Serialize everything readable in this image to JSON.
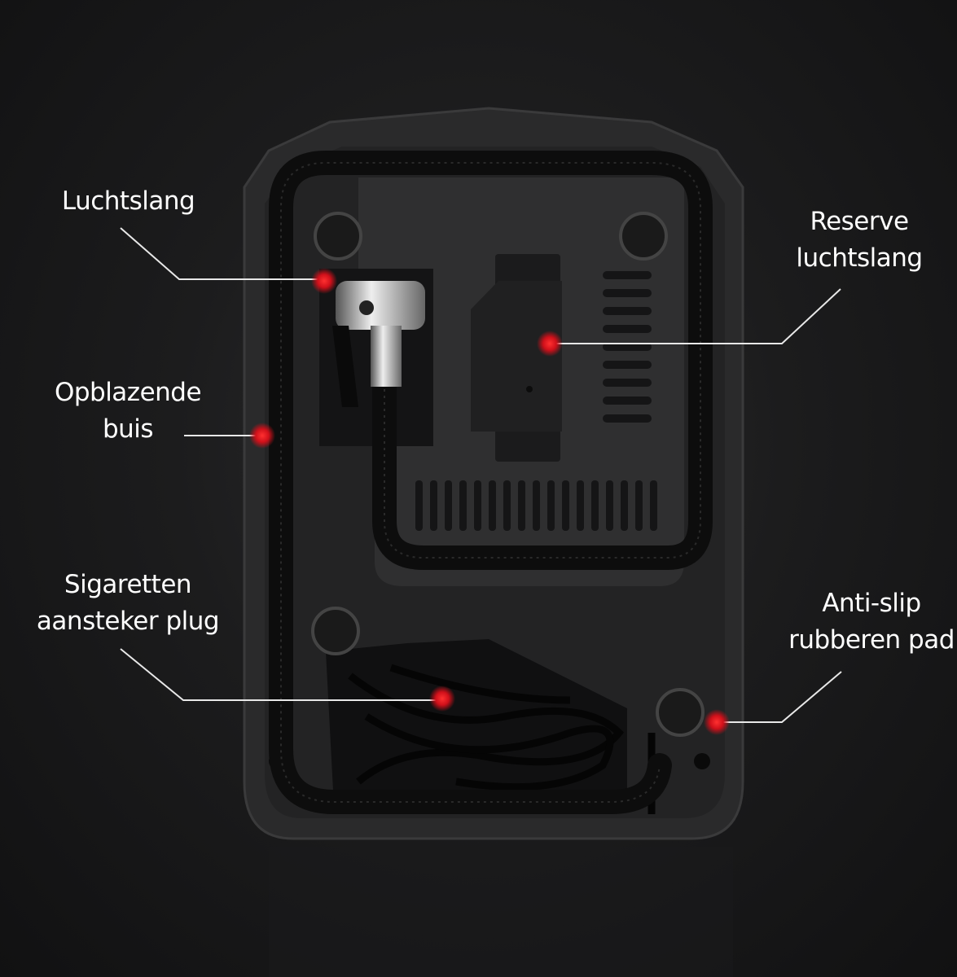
{
  "labels": {
    "air_hose": {
      "lines": [
        "Luchtslang"
      ]
    },
    "spare_hose": {
      "lines": [
        "Reserve",
        "luchtslang"
      ]
    },
    "inflation_tube": {
      "lines": [
        "Opblazende",
        "buis"
      ]
    },
    "cigarette_plug": {
      "lines": [
        "Sigaretten",
        "aansteker plug"
      ]
    },
    "anti_slip_pad": {
      "lines": [
        "Anti-slip",
        "rubberen pad"
      ]
    }
  },
  "colors": {
    "marker": "#e0101a",
    "leader": "#e8e8e8",
    "body": "#2a2a2b"
  }
}
